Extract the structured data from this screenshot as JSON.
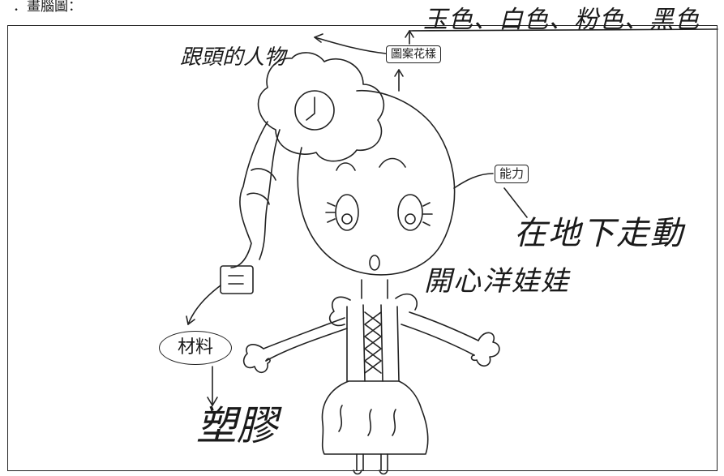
{
  "page": {
    "heading": "．畫腦圖："
  },
  "mindmap": {
    "colors": "玉色、白色、粉色、黑色",
    "headwear": "跟頭的人物",
    "pattern": "圖案花樣",
    "ability": "能力",
    "walk": "在地下走動",
    "doll_name": "開心洋娃娃",
    "material": "材料",
    "plastic": "塑膠"
  }
}
